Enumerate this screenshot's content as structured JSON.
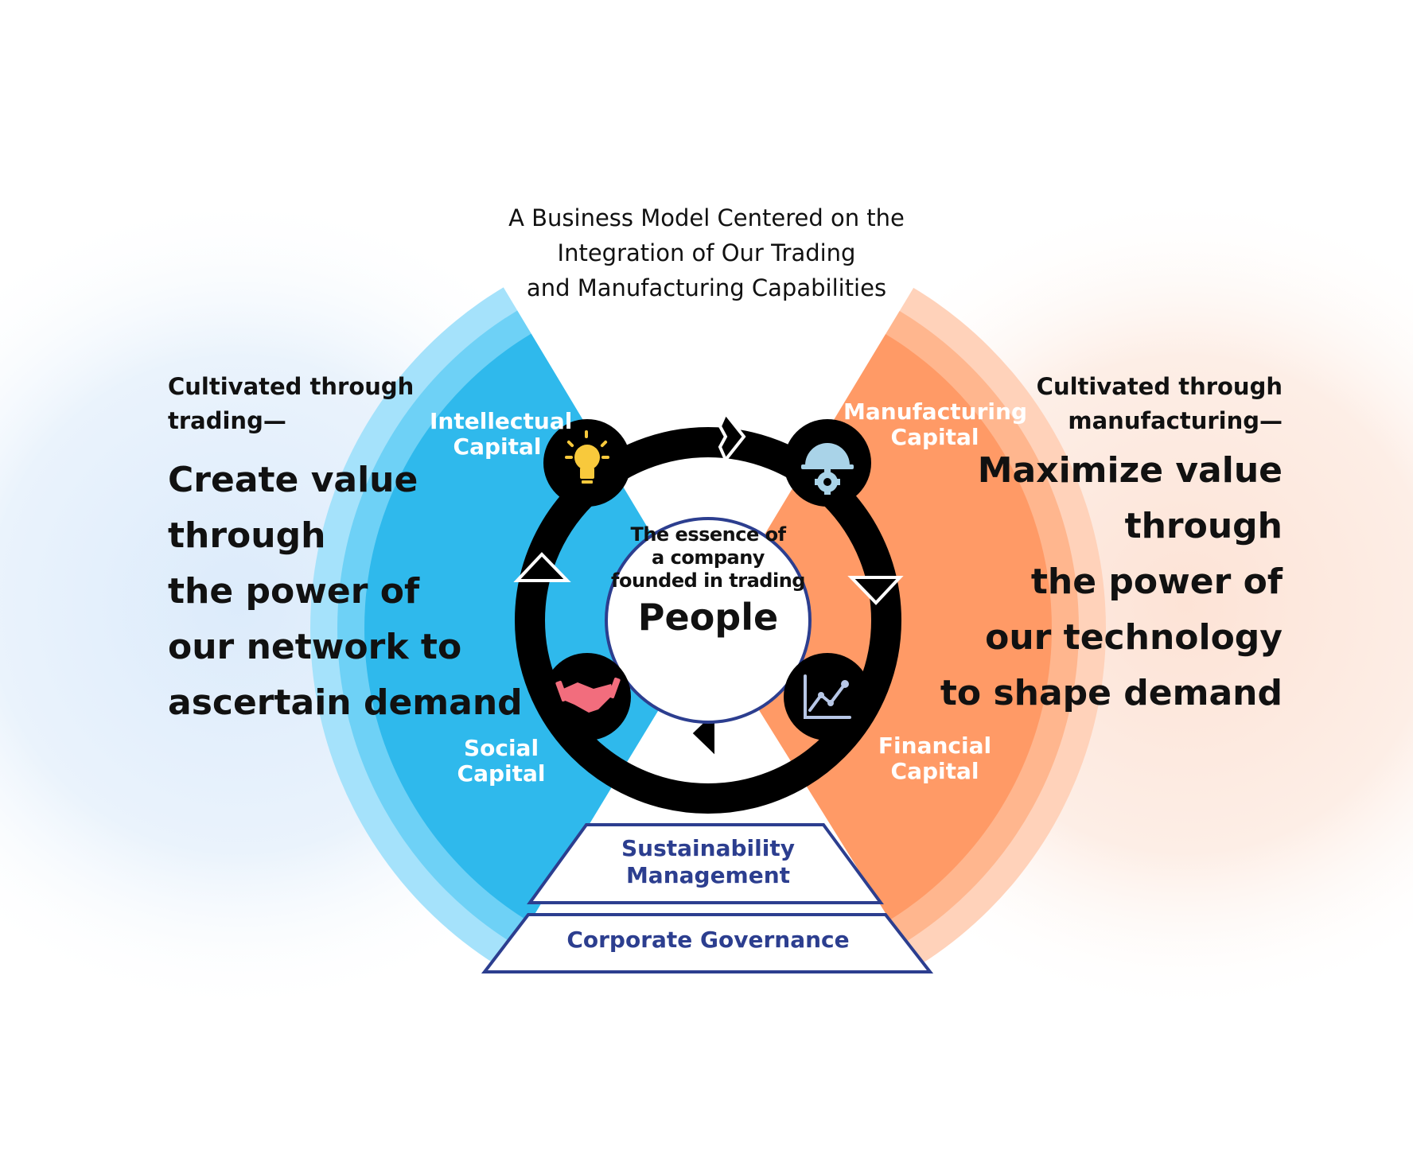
{
  "title_lines": [
    "A Business Model Centered on the",
    "Integration of Our Trading",
    "and Manufacturing Capabilities"
  ],
  "left": {
    "cultivated_lines": [
      "Cultivated through",
      "trading—"
    ],
    "headline_lines": [
      "Create value",
      "through",
      "the power of",
      "our network to",
      "ascertain demand"
    ]
  },
  "right": {
    "cultivated_lines": [
      "Cultivated through",
      "manufacturing—"
    ],
    "headline_lines": [
      "Maximize value",
      "through",
      "the power of",
      "our technology",
      "to shape demand"
    ]
  },
  "capitals": {
    "intellectual": [
      "Intellectual",
      "Capital"
    ],
    "manufacturing": [
      "Manufacturing",
      "Capital"
    ],
    "social": [
      "Social",
      "Capital"
    ],
    "financial": [
      "Financial",
      "Capital"
    ]
  },
  "center": {
    "essence_lines": [
      "The essence of",
      "a company",
      "founded in trading"
    ],
    "people": "People"
  },
  "pyramid": {
    "top_lines": [
      "Sustainability",
      "Management"
    ],
    "bottom": "Corporate Governance"
  },
  "icons": {
    "intellectual": "lightbulb-icon",
    "manufacturing": "hardhat-gear-icon",
    "social": "handshake-icon",
    "financial": "line-chart-icon"
  },
  "colors": {
    "blue": "#2fb9ec",
    "blue_light": "#7dd3f7",
    "orange": "#ff9a66",
    "orange_light": "#ffc4a3",
    "navy": "#2c3e8f",
    "black": "#000000"
  }
}
